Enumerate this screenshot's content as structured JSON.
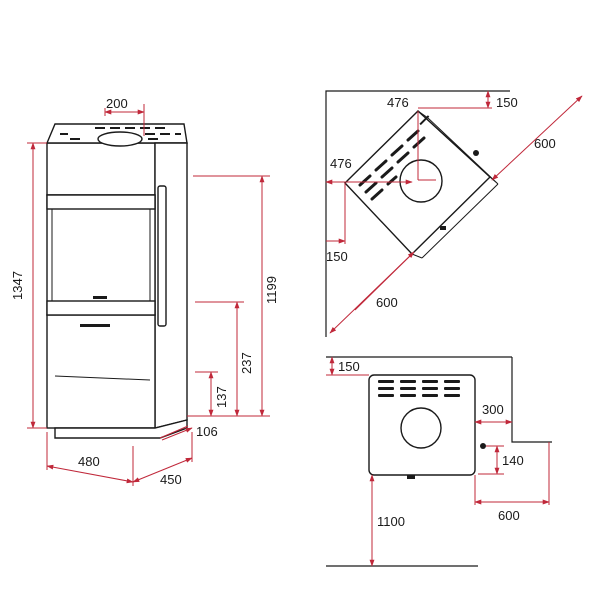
{
  "colors": {
    "dimension": "#c0283a",
    "outline": "#1a1a1a",
    "background": "#ffffff"
  },
  "front_view": {
    "flue_diameter": "200",
    "total_height": "1347",
    "connection_height": "1199",
    "inlet_height_a": "237",
    "inlet_height_b": "137",
    "base_offset": "106",
    "width": "480",
    "depth": "450"
  },
  "corner_view": {
    "rear_offset_top": "150",
    "rear_offset_top_label": "476",
    "side_offset_left": "476",
    "side_offset_left_small": "150",
    "wall_clearance_right": "600",
    "wall_clearance_left": "600"
  },
  "wall_view": {
    "rear_clearance": "150",
    "side_clearance": "300",
    "connection_offset": "140",
    "side_wall_distance": "600",
    "front_clearance": "1100"
  }
}
